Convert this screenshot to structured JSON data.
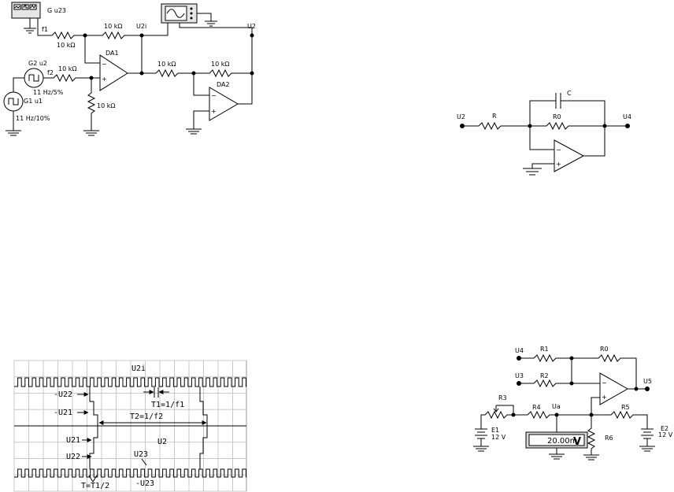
{
  "circuit1": {
    "generator_label": "G u23",
    "u2i": "U2i",
    "u2": "U2",
    "f1": "f1",
    "f2": "f2",
    "g2": "G2 u2",
    "g1": "G1 u1",
    "g2_freq": "11 Hz/5%",
    "g1_freq": "11 Hz/10%",
    "r_in1": "10 kΩ",
    "r_fb1": "10 kΩ",
    "r_in2": "10 kΩ",
    "r_gnd": "10 kΩ",
    "r_da2_in": "10 kΩ",
    "r_da2_fb": "10 kΩ",
    "da1": "DA1",
    "da2": "DA2"
  },
  "circuit2": {
    "u2": "U2",
    "u4": "U4",
    "r": "R",
    "r0": "R0",
    "c": "C"
  },
  "circuit3": {
    "u4": "U4",
    "u3": "U3",
    "u5": "U5",
    "ua": "Ua",
    "r1": "R1",
    "r2": "R2",
    "r0": "R0",
    "r3": "R3",
    "r4": "R4",
    "r5": "R5",
    "r6": "R6",
    "e1": "E1",
    "e1_v": "12 V",
    "e2": "E2",
    "e2_v": "12 V",
    "meter_value": "20.00m",
    "meter_unit": "V"
  },
  "waveform": {
    "u2i": "U2i",
    "neg_u22": "-U22",
    "neg_u21": "-U21",
    "t1": "T1=1/f1",
    "t2": "T2=1/f2",
    "u21": "U21",
    "u22": "U22",
    "u2": "U2",
    "u23": "U23",
    "neg_u23": "-U23",
    "t_half": "T=T1/2"
  }
}
